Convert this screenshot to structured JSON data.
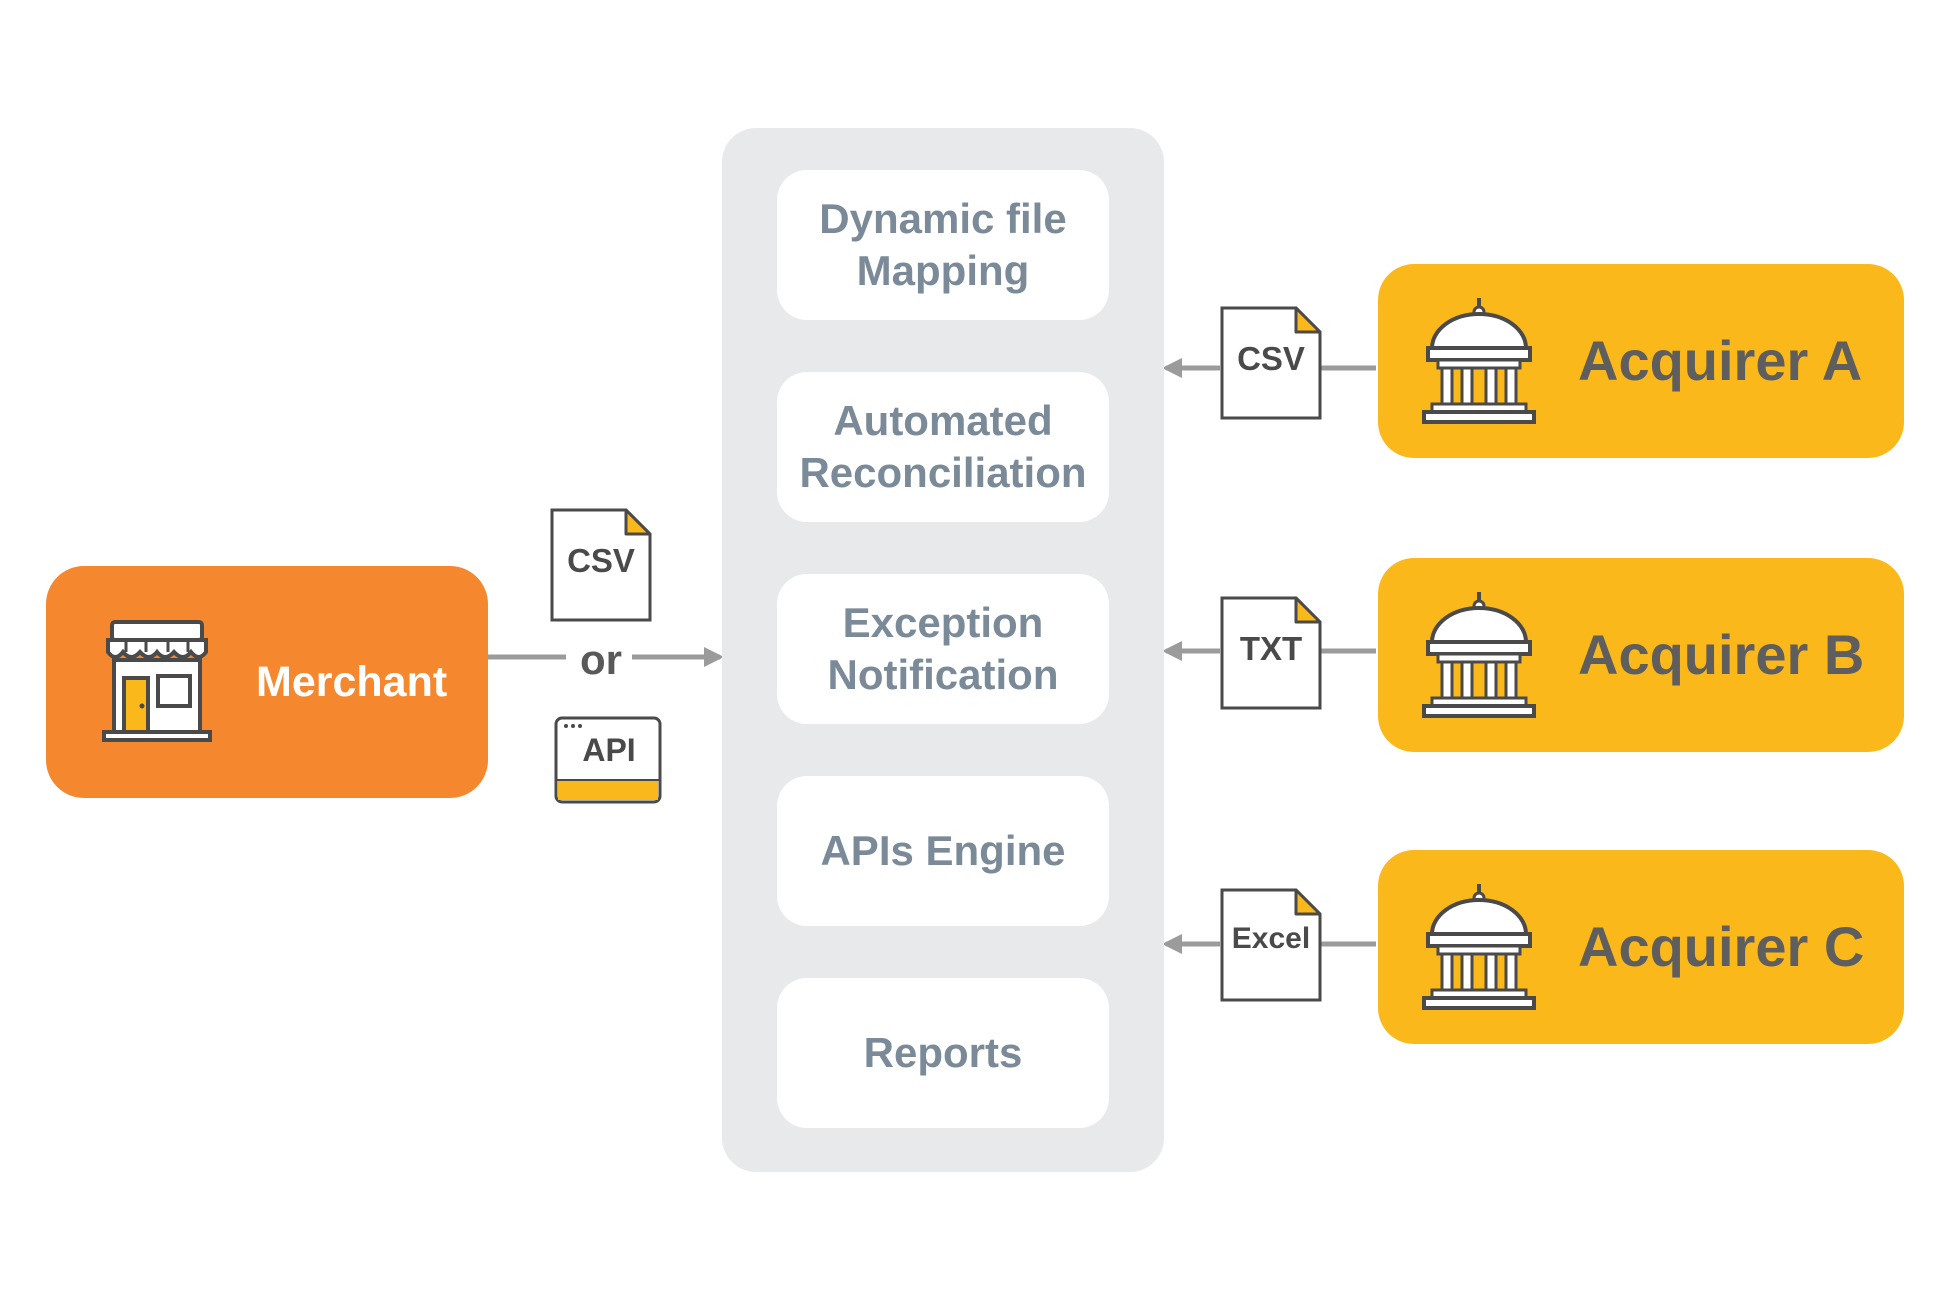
{
  "merchant": {
    "label": "Merchant",
    "icon": "store-icon",
    "color": "#f5872e"
  },
  "connector": {
    "file_label": "CSV",
    "or_label": "or",
    "api_label": "API",
    "accent": "#fbb81b"
  },
  "engine": {
    "panel_color": "#e8e9eb",
    "boxes": [
      {
        "line1": "Dynamic file",
        "line2": "Mapping"
      },
      {
        "line1": "Automated",
        "line2": "Reconciliation"
      },
      {
        "line1": "Exception",
        "line2": "Notification"
      },
      {
        "line1": "APIs Engine",
        "line2": ""
      },
      {
        "line1": "Reports",
        "line2": ""
      }
    ]
  },
  "acquirers": [
    {
      "label": "Acquirer A",
      "file": "CSV",
      "icon": "bank-icon"
    },
    {
      "label": "Acquirer B",
      "file": "TXT",
      "icon": "bank-icon"
    },
    {
      "label": "Acquirer C",
      "file": "Excel",
      "icon": "bank-icon"
    }
  ],
  "colors": {
    "acquirer": "#fbb81b",
    "arrow": "#9b9b9b",
    "text_gray": "#7b8a99"
  }
}
